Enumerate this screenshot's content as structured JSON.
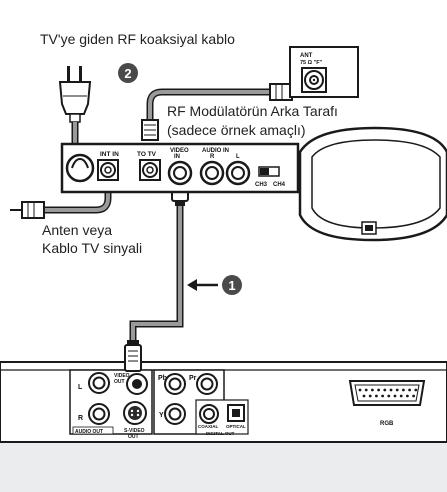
{
  "labels": {
    "rf_cable": "TV'ye giden RF koaksiyal kablo",
    "modulator_line1": "RF Modülatörün Arka Tarafı",
    "modulator_line2": "(sadece örnek amaçlı)",
    "antenna_line1": "Anten veya",
    "antenna_line2": "Kablo TV sinyali"
  },
  "steps": {
    "step1": "1",
    "step2": "2"
  },
  "tv_port": {
    "line1": "ANT",
    "line2": "75 Ω \"F\""
  },
  "modulator_ports": {
    "int_in": "INT IN",
    "to_tv": "TO TV",
    "video_in_1": "VIDEO",
    "video_in_2": "IN",
    "audio_in": "AUDIO   IN",
    "audio_r": "R",
    "audio_l": "L",
    "ch3": "CH3",
    "ch4": "CH4"
  },
  "player_ports": {
    "l": "L",
    "r": "R",
    "audio_out": "AUDIO OUT",
    "video_out_1": "VIDEO",
    "video_out_2": "OUT",
    "svideo_1": "S-VIDEO",
    "svideo_2": "OUT",
    "pb": "Pb",
    "pr": "Pr",
    "y": "Y",
    "coaxial": "COAXIAL",
    "optical": "OPTICAL",
    "digital_out": "DIGITAL OUT",
    "rgb": "RGB"
  },
  "colors": {
    "background": "#ebeced",
    "panel": "#ffffff",
    "stroke": "#1a1a1a",
    "cable": "#9a9a9a",
    "badge": "#4a4a4a"
  }
}
